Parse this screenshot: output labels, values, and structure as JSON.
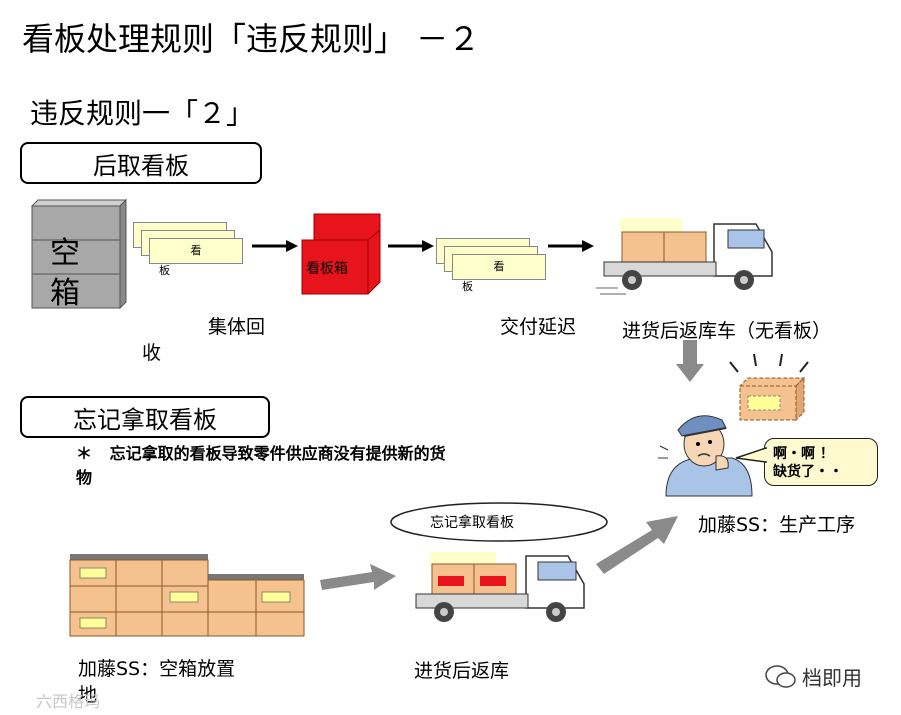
{
  "title": "看板处理规则「违反规则」 －２",
  "subtitle": "违反规则一「２」",
  "section1": {
    "label": "后取看板",
    "empty_box_line1": "空",
    "empty_box_line2": "箱",
    "card_text": "看",
    "card_sub": "板",
    "kanban_box_text": "看板箱",
    "card2_text": "看",
    "card2_sub": "板",
    "step1_caption_a": "集体回",
    "step1_caption_b": "收",
    "step2_caption": "交付延迟",
    "step3_caption": "进货后返库车（无看板）"
  },
  "section2": {
    "label": "忘记拿取看板",
    "note_star": "＊",
    "note_text": "忘记拿取的看板导致零件供应商没有提供新的货物",
    "forget_bubble": "忘记拿取看板",
    "worker_speech_line1": "啊・啊 ！",
    "worker_speech_line2": "缺货了・・",
    "worker_caption": "加藤SS：生产工序",
    "storage_caption_a": "加藤SS：空箱放置",
    "storage_caption_b": "地",
    "truck_caption": "进货后返库"
  },
  "watermark": {
    "right_text": "档即用",
    "left_text": "六西格玛"
  },
  "colors": {
    "kanban_red": "#e8141c",
    "box_tan": "#f5c28f",
    "card_yellow": "#ffffcc",
    "truck_blue": "#aac4e8",
    "arrow_gray": "#8a8a8a"
  }
}
